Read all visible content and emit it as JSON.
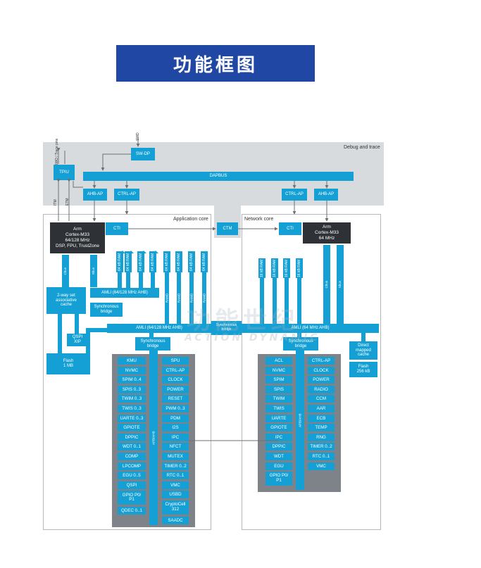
{
  "title": "功能框图",
  "debug": {
    "label": "Debug and trace",
    "swo_label": "SWO / Trace pins",
    "swd_label": "SWD",
    "tpiu": "TPIU",
    "swdp": "SW-DP",
    "dapbus": "DAPBUS",
    "ahbap_left": "AHB-AP",
    "ctrlap_left": "CTRL-AP",
    "ctrlap_right": "CTRL-AP",
    "ahbap_right": "AHB-AP",
    "itm": "ITM",
    "etm": "ETM"
  },
  "ctm": "CTM",
  "app_core": {
    "label": "Application core",
    "cpu": "Arm\nCortex-M33\n64/128 MHz\nDSP, FPU, TrustZone",
    "cti": "CTI",
    "cbus": "Cbus",
    "sbus": "Sbus",
    "rams": [
      "64 kB RAM",
      "64 kB RAM",
      "64 kB RAM",
      "64 kB RAM",
      "64 kB RAM",
      "64 kB RAM",
      "64 kB RAM",
      "64 kB RAM"
    ],
    "ramd": [
      "RAMD",
      "RAMD",
      "RAMD",
      "RAMD"
    ],
    "amli_small": "AMLI (64/128 MHz AHB)",
    "cache": "2-way set\nassociative\ncache",
    "sync_bridge_1": "Synchronous\nbridge",
    "qspi_xip": "QSPI\nXIP",
    "amli_big": "AMLI (64/128 MHz AHB)",
    "flash": "Flash\n1 MB",
    "sync_bridge_2": "Synchronous\nbridge",
    "apb_label": "APB/AHB",
    "periph_left": [
      "KMU",
      "NVMC",
      "SPIM 0..4",
      "SPIS 0..3",
      "TWIM 0..3",
      "TWIS 0..3",
      "UARTE 0..3",
      "GPIOTE",
      "DPPIC",
      "WDT 0..1",
      "COMP",
      "LPCOMP",
      "EGU 0..5",
      "QSPI",
      "GPIO P0/\nP1",
      "QDEC 0..1"
    ],
    "periph_right": [
      "SPU",
      "CTRL-AP",
      "CLOCK",
      "POWER",
      "RESET",
      "PWM 0..3",
      "PDM",
      "I2S",
      "IPC",
      "NFCT",
      "MUTEX",
      "TIMER 0..2",
      "RTC 0..1",
      "VMC",
      "USBD",
      "CryptoCell\n312",
      "SAADC"
    ]
  },
  "net_core": {
    "label": "Network core",
    "cpu": "Arm\nCortex-M33\n64 MHz",
    "cti": "CTI",
    "cbus": "Cbus",
    "sbus": "Sbus",
    "rams": [
      "16 kB RAM",
      "16 kB RAM",
      "16 kB RAM",
      "16 kB RAM"
    ],
    "amli": "AMLI (64 MHz AHB)",
    "sync_bridge_cross": "Synchronous\nbridge",
    "sync_bridge": "Synchronous\nbridge",
    "apb_label": "APB/AHB",
    "direct_cache": "Direct\nmapped\ncache",
    "flash": "Flash\n256 kB",
    "periph_left": [
      "ACL",
      "NVMC",
      "SPIM",
      "SPIS",
      "TWIM",
      "TWIS",
      "UARTE",
      "GPIOTE",
      "IPC",
      "DPPIC",
      "WDT",
      "EGU",
      "GPIO P0/\nP1"
    ],
    "periph_right": [
      "CTRL-AP",
      "CLOCK",
      "POWER",
      "RADIO",
      "CCM",
      "AAR",
      "ECB",
      "TEMP",
      "RNG",
      "TIMER 0..2",
      "RTC 0..1",
      "VMC"
    ]
  },
  "watermark": {
    "cn": "功能世纪",
    "en": "ACTION DYNAMIC"
  },
  "colors": {
    "banner": "#1f47a3",
    "block": "#14a0d4",
    "cpu": "#2e3236",
    "debug_bg": "#d7dbde",
    "periph_bg": "#7d8388"
  }
}
